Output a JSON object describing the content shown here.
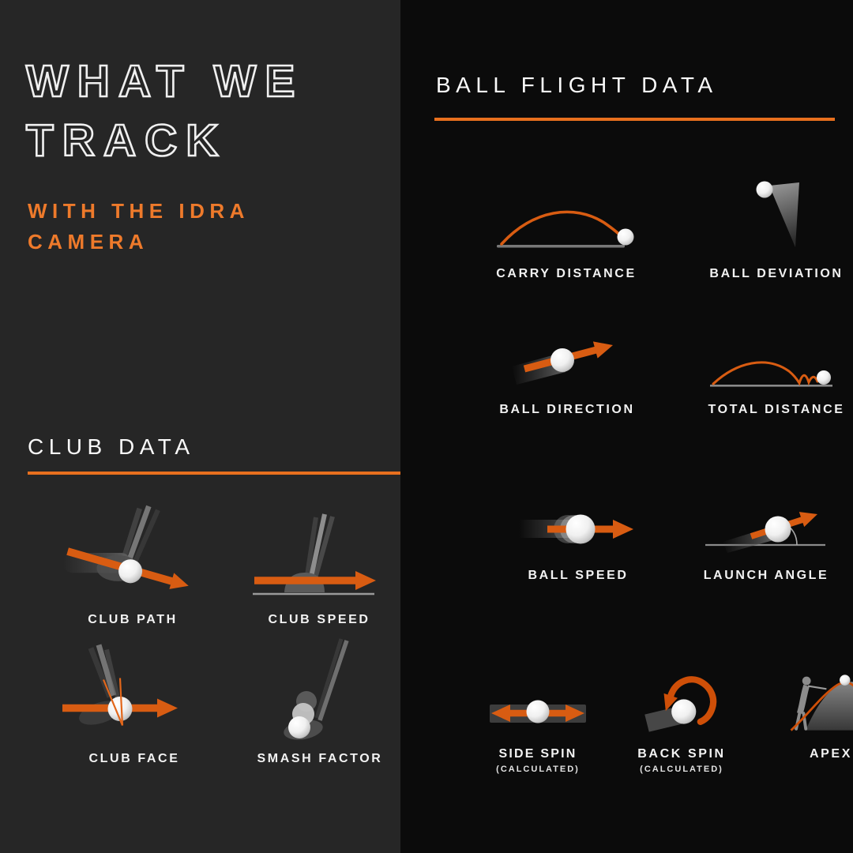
{
  "colors": {
    "accent_orange": "#E8701E",
    "subtitle_orange": "#EE7A2B",
    "arrow_orange": "#D85C12",
    "left_panel_bg": "#262626",
    "right_panel_bg": "#0B0B0B",
    "text_white": "#F2F2F2"
  },
  "left_panel": {
    "title_line1": "WHAT WE",
    "title_line2": "TRACK",
    "subtitle_line1": "WITH THE IDRA",
    "subtitle_line2": "CAMERA",
    "club_section": {
      "heading": "CLUB DATA",
      "items": [
        {
          "label": "CLUB PATH",
          "icon": "club-path-icon"
        },
        {
          "label": "CLUB SPEED",
          "icon": "club-speed-icon"
        },
        {
          "label": "CLUB FACE",
          "icon": "club-face-icon"
        },
        {
          "label": "SMASH FACTOR",
          "icon": "smash-factor-icon"
        }
      ]
    }
  },
  "right_panel": {
    "heading": "BALL FLIGHT DATA",
    "items": [
      {
        "label": "CARRY DISTANCE",
        "icon": "carry-distance-icon"
      },
      {
        "label": "BALL DEVIATION",
        "icon": "ball-deviation-icon"
      },
      {
        "label": "BALL DIRECTION",
        "icon": "ball-direction-icon"
      },
      {
        "label": "TOTAL DISTANCE",
        "icon": "total-distance-icon"
      },
      {
        "label": "BALL SPEED",
        "icon": "ball-speed-icon"
      },
      {
        "label": "LAUNCH ANGLE",
        "icon": "launch-angle-icon"
      },
      {
        "label": "SIDE SPIN",
        "sublabel": "(CALCULATED)",
        "icon": "side-spin-icon"
      },
      {
        "label": "BACK SPIN",
        "sublabel": "(CALCULATED)",
        "icon": "back-spin-icon"
      },
      {
        "label": "APEX",
        "icon": "apex-icon"
      }
    ]
  }
}
